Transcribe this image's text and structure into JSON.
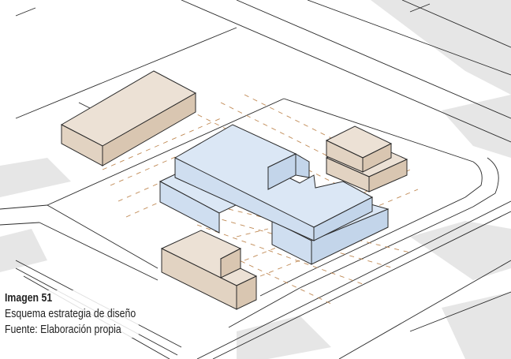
{
  "caption": {
    "title": "Imagen 51",
    "subtitle": "Esquema estrategia de diseño",
    "source": "Fuente: Elaboración propia"
  },
  "colors": {
    "background": "#ffffff",
    "shadow": "#e6e6e6",
    "existing_building": "#e9dccf",
    "existing_building_side": "#d9c6b1",
    "proposed_building": "#d7e4f3",
    "proposed_building_side": "#c3d5ea",
    "outline": "#2a2a2a",
    "strategy_lines": "#c08a55"
  },
  "icons": [
    "axonometric-site-diagram"
  ]
}
